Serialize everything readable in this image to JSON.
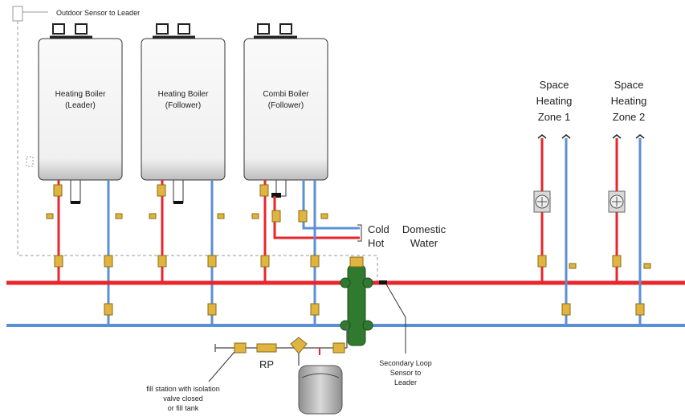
{
  "labels": {
    "outdoor_sensor": "Outdoor Sensor to Leader",
    "boiler1_line1": "Heating Boiler",
    "boiler1_line2": "(Leader)",
    "boiler2_line1": "Heating Boiler",
    "boiler2_line2": "(Follower)",
    "boiler3_line1": "Combi Boiler",
    "boiler3_line2": "(Follower)",
    "cold": "Cold",
    "hot": "Hot",
    "domestic_line1": "Domestic",
    "domestic_line2": "Water",
    "zone1_line1": "Space",
    "zone1_line2": "Heating",
    "zone1_line3": "Zone 1",
    "zone2_line1": "Space",
    "zone2_line2": "Heating",
    "zone2_line3": "Zone 2",
    "rp": "RP",
    "secondary_line1": "Secondary Loop",
    "secondary_line2": "Sensor to",
    "secondary_line3": "Leader",
    "fill_line1": "fill station with isolation",
    "fill_line2": "valve closed",
    "fill_line3": "or  fill tank"
  },
  "colors": {
    "supply": "#e8262b",
    "return": "#5b8fd6",
    "separator": "#2f7a2f",
    "valve": "#e0b441",
    "boiler_body": "#f7f7f7",
    "boiler_bottom": "#9a9a9a",
    "wire": "#888888"
  }
}
